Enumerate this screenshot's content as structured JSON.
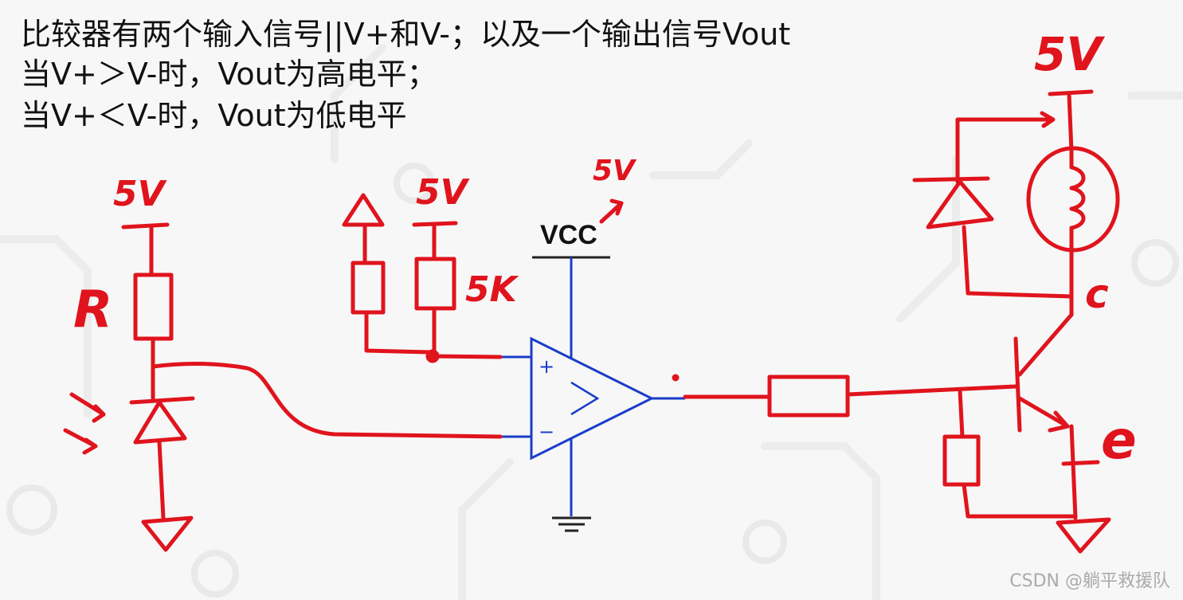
{
  "description_lines": [
    "比较器有两个输入信号||V+和V-；以及一个输出信号Vout",
    "当V+＞V-时，Vout为高电平；",
    "当V+＜V-时，Vout为低电平"
  ],
  "labels": {
    "vcc": "VCC",
    "supply_left": "5V",
    "supply_mid": "5V",
    "supply_opamp": "5V",
    "supply_right": "5V",
    "resistor_r": "R",
    "resistor_5k": "5K",
    "collector": "c",
    "emitter": "e",
    "plus": "+",
    "minus": "−",
    "opamp_symbol": ">"
  },
  "watermark": "CSDN @躺平救援队",
  "colors": {
    "sketch": "#e0141d",
    "schematic": "#1a3cc8",
    "text": "#111111",
    "background": "#f7f7f7"
  }
}
